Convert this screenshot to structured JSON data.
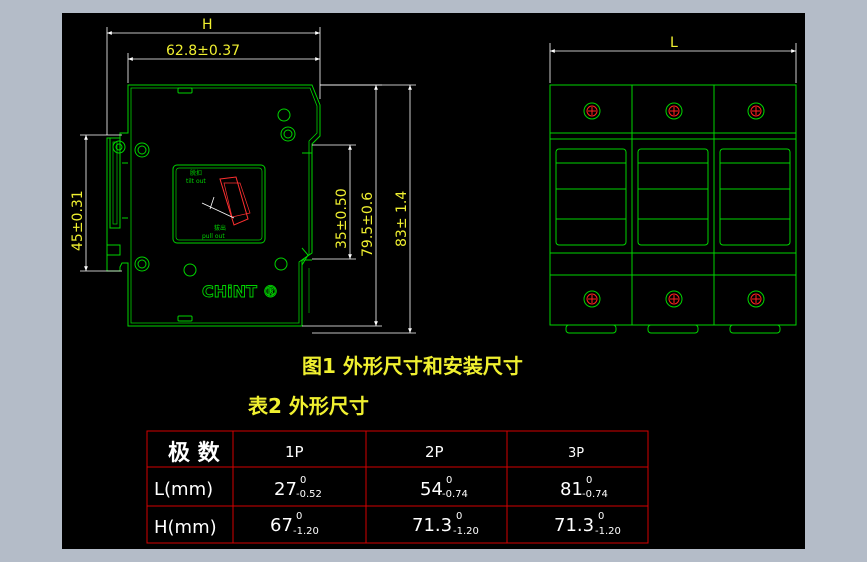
{
  "colors": {
    "frame": "#b4bcc8",
    "canvas": "#000000",
    "part_line": "#00d400",
    "dimension_line": "#ffffff",
    "dimension_text": "#f0f030",
    "caption_text": "#f0f030",
    "table_grid": "#d40000",
    "table_text": "#ffffff",
    "screw_accent": "#ff2020"
  },
  "side_view": {
    "dim_H": "H",
    "dim_width": "62.8±0.37",
    "dim_left_height": "45±0.31",
    "dim_rail": "35±0.50",
    "dim_body": "79.5±0.6",
    "dim_total": "83± 1.4",
    "indicator_top_cn": "脱扣",
    "indicator_top_en": "tilt out",
    "indicator_bottom_cn": "拔出",
    "indicator_bottom_en": "pull out",
    "brand": "CHiNT ®"
  },
  "front_view": {
    "dim_L": "L",
    "poles": 3
  },
  "captions": {
    "figure": "图1  外形尺寸和安装尺寸",
    "table": "表2  外形尺寸"
  },
  "table": {
    "header": {
      "label": "极 数",
      "cols": [
        "1P",
        "2P",
        "3P"
      ]
    },
    "rows": [
      {
        "label": "L(mm)",
        "cells": [
          {
            "value": "27",
            "upper": "0",
            "lower": "-0.52"
          },
          {
            "value": "54",
            "upper": "0",
            "lower": "-0.74"
          },
          {
            "value": "81",
            "upper": "0",
            "lower": "-0.74"
          }
        ]
      },
      {
        "label": "H(mm)",
        "cells": [
          {
            "value": "67",
            "upper": "0",
            "lower": "-1.20"
          },
          {
            "value": "71.3",
            "upper": "0",
            "lower": "-1.20"
          },
          {
            "value": "71.3",
            "upper": "0",
            "lower": "-1.20"
          }
        ]
      }
    ]
  }
}
